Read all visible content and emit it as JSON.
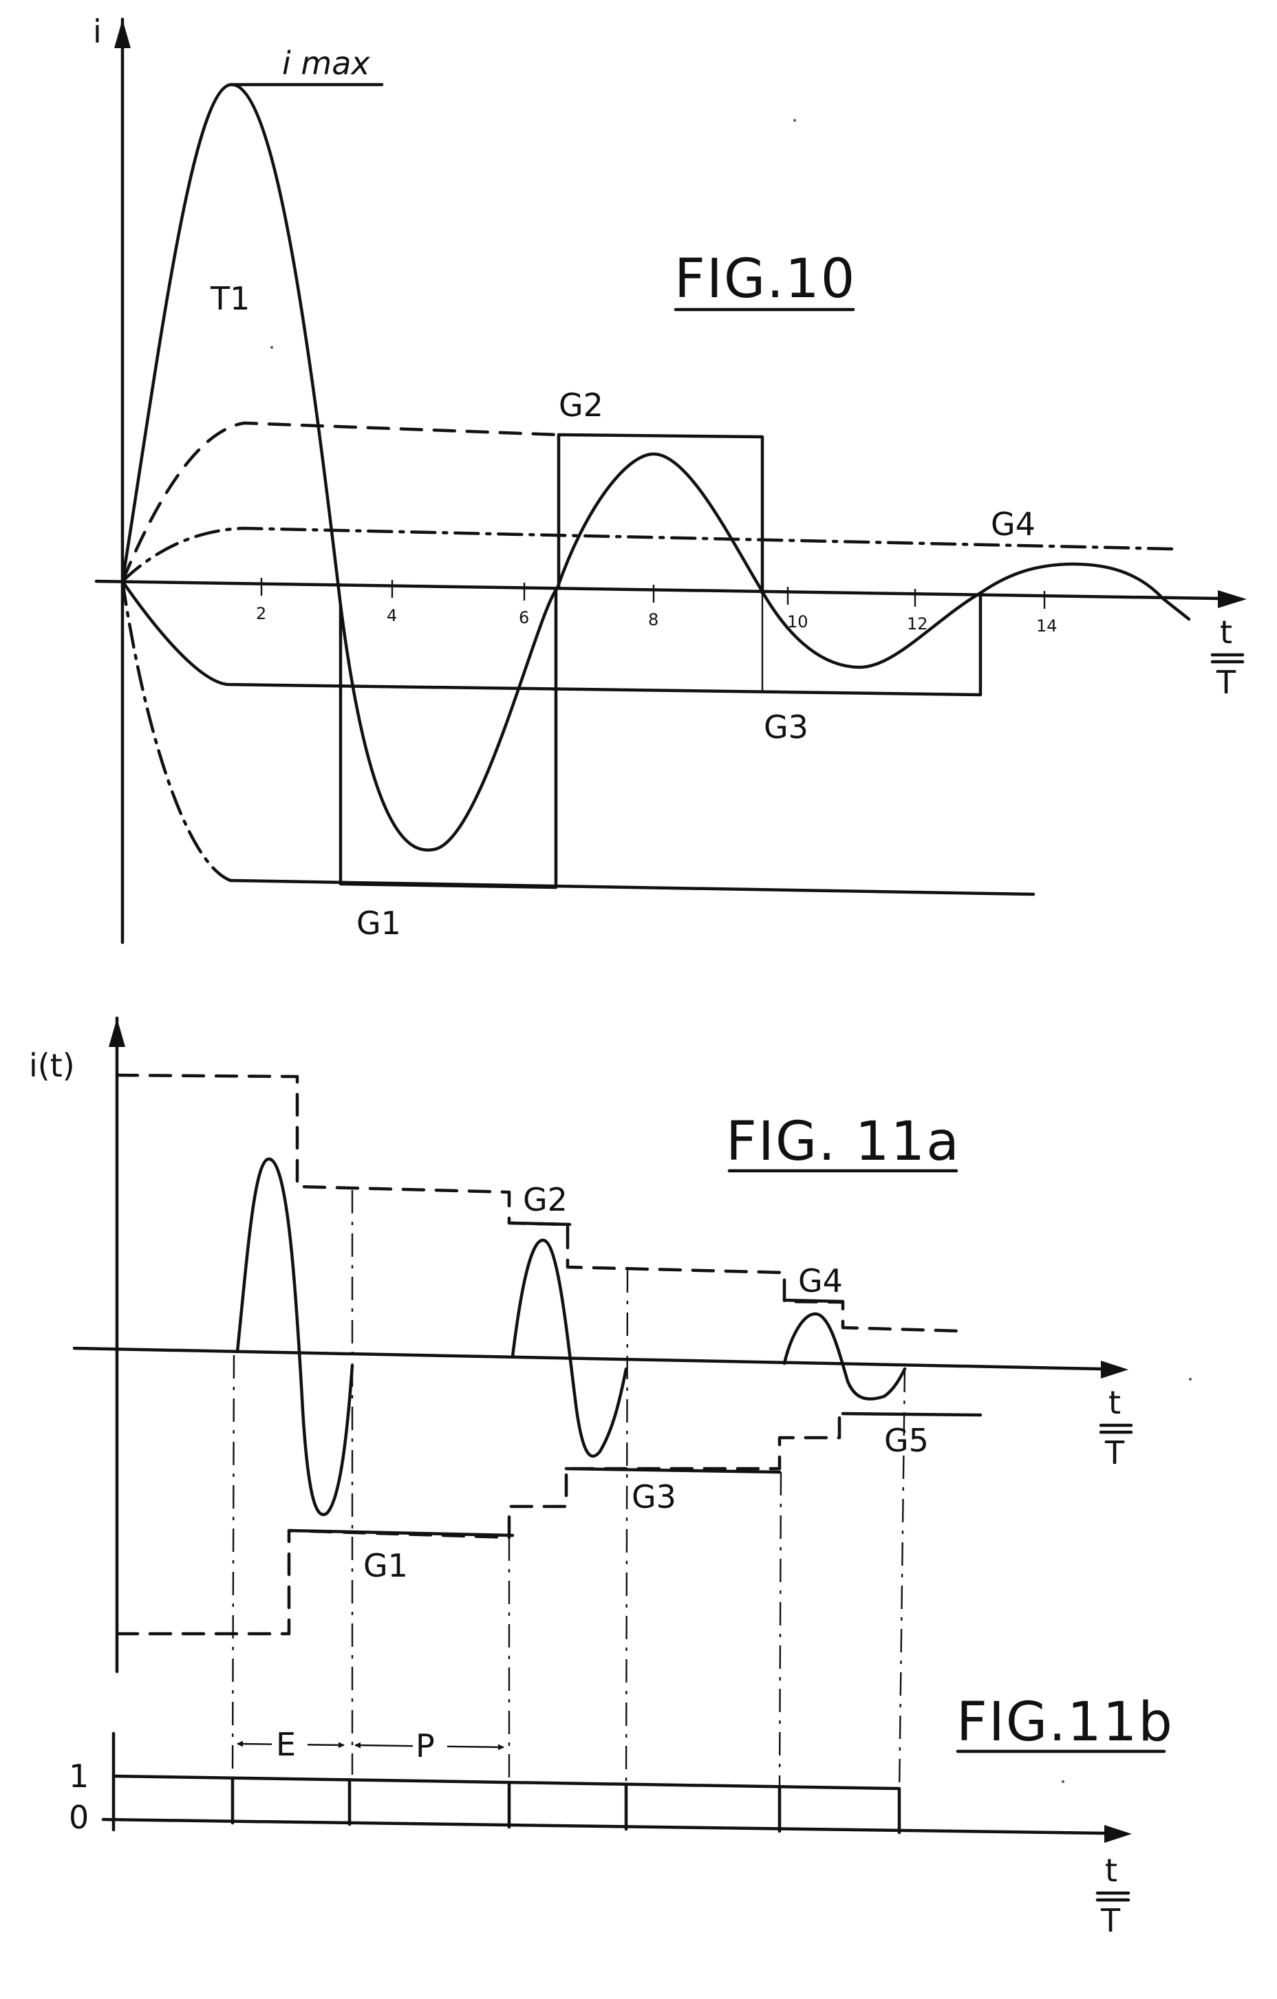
{
  "fig10": {
    "title": "FIG.10",
    "y_label": "i",
    "imax_label": "i max",
    "curve_label": "T1",
    "x_label_top": "t",
    "x_label_bottom": "T",
    "x_ticks": [
      "2",
      "4",
      "6",
      "8",
      "10",
      "12",
      "14"
    ],
    "gates": [
      "G1",
      "G2",
      "G3",
      "G4"
    ]
  },
  "fig11a": {
    "title": "FIG. 11a",
    "y_label": "i(t)",
    "x_label_top": "t",
    "x_label_bottom": "T",
    "gates": [
      "G1",
      "G2",
      "G3",
      "G4",
      "G5"
    ]
  },
  "fig11b": {
    "title": "FIG.11b",
    "level_high": "1",
    "level_low": "0",
    "interval_e": "E",
    "interval_p": "P",
    "x_label_top": "t",
    "x_label_bottom": "T"
  }
}
